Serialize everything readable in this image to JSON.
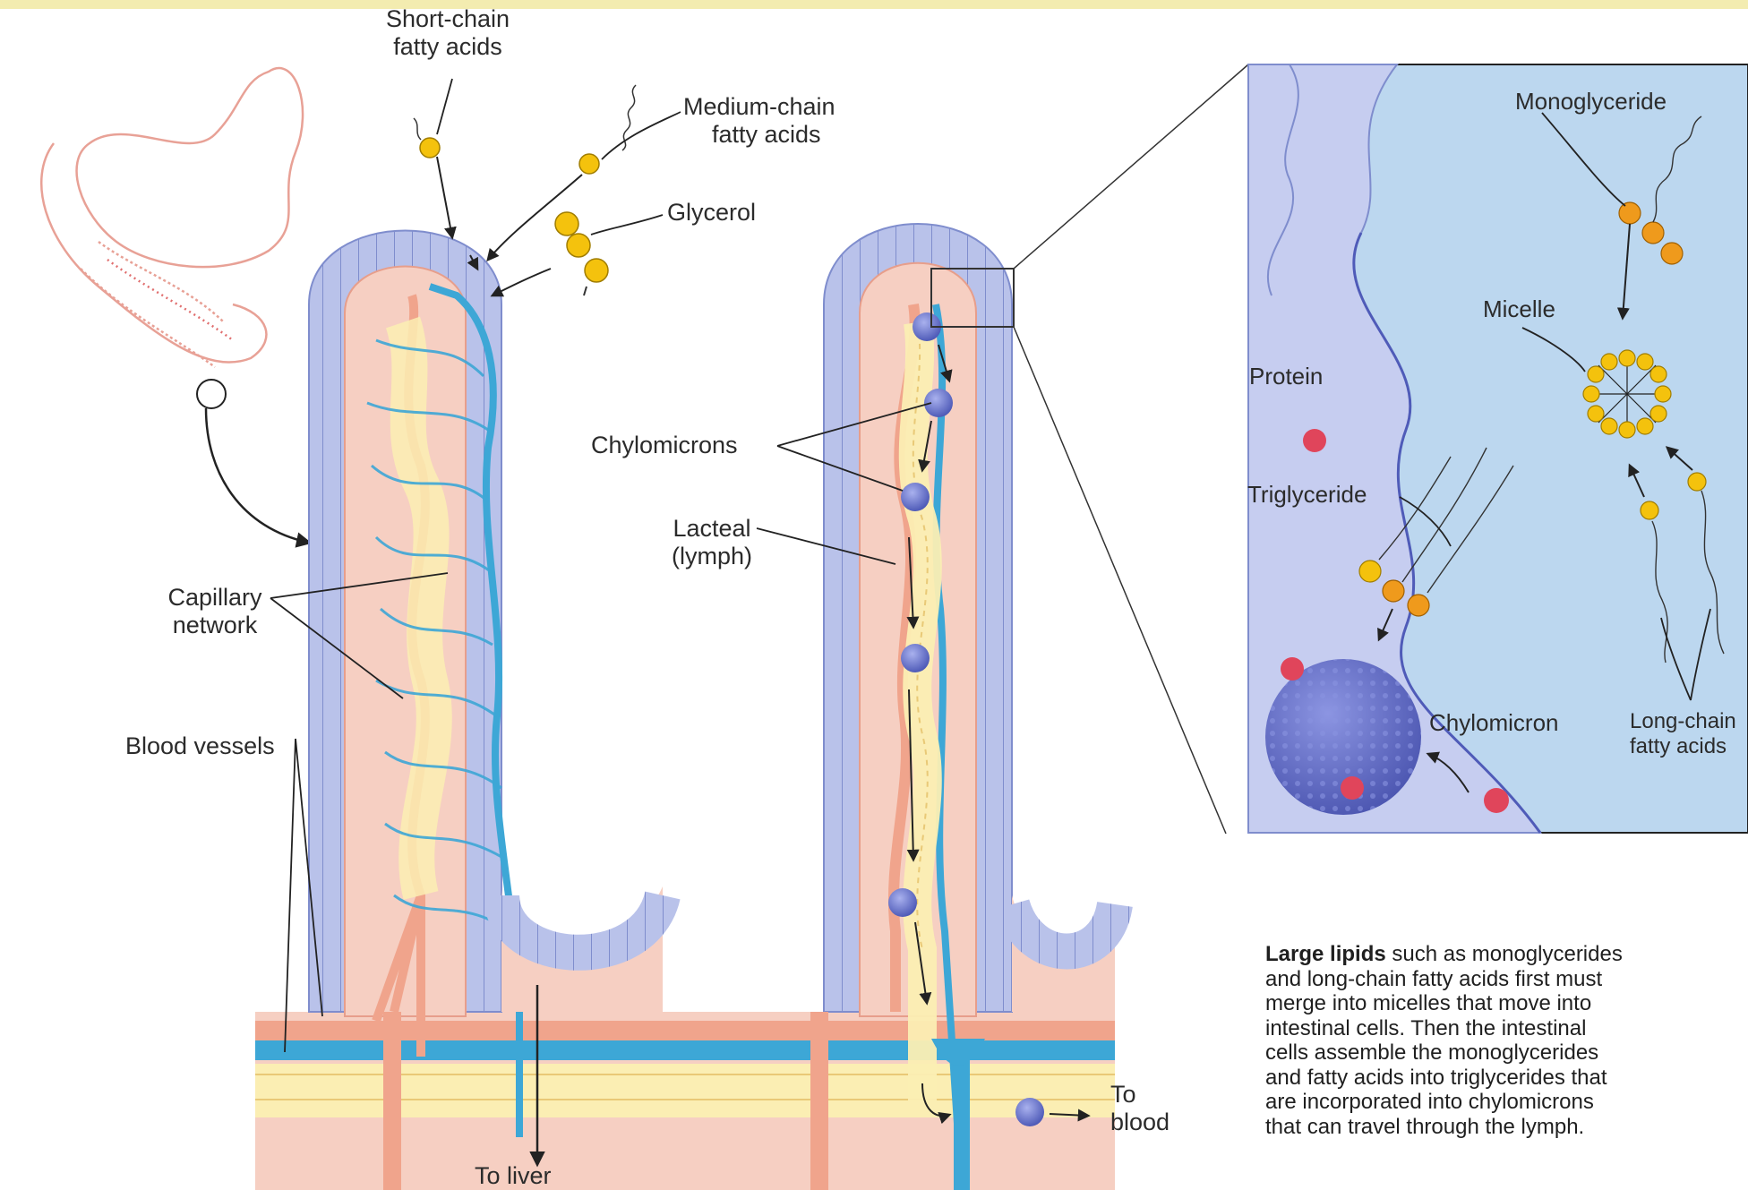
{
  "colors": {
    "epithelium": "#b9c2ea",
    "connective": "#f6cfc2",
    "lacteal": "#fbeeb3",
    "capillary": "#3da7d6",
    "artery": "#f0a48c",
    "lipid_yellow": "#f4c20d",
    "lipid_orange": "#ef9a1c",
    "chylomicron": "#7b86d8",
    "protein": "#e0455b",
    "inset_bg": "#bcd7ef"
  },
  "labels": {
    "short_chain_l1": "Short-chain",
    "short_chain_l2": "fatty acids",
    "medium_chain_l1": "Medium-chain",
    "medium_chain_l2": "fatty acids",
    "glycerol": "Glycerol",
    "chylomicrons": "Chylomicrons",
    "lacteal_l1": "Lacteal",
    "lacteal_l2": "(lymph)",
    "capillary_l1": "Capillary",
    "capillary_l2": "network",
    "blood_vessels": "Blood vessels",
    "to_liver": "To liver",
    "to_blood_l1": "To",
    "to_blood_l2": "blood"
  },
  "inset": {
    "monoglyceride": "Monoglyceride",
    "micelle": "Micelle",
    "protein": "Protein",
    "triglyceride": "Triglyceride",
    "chylomicron": "Chylomicron",
    "long_chain_l1": "Long-chain",
    "long_chain_l2": "fatty acids"
  },
  "caption": {
    "bold": "Large lipids",
    "line1": " such as monoglycerides",
    "line2": "and long-chain fatty acids first must",
    "line3": "merge into micelles that move into",
    "line4": "intestinal cells. Then the intestinal",
    "line5": "cells assemble the monoglycerides",
    "line6": "and fatty acids into triglycerides that",
    "line7": "are incorporated into chylomicrons",
    "line8": "that can travel through the lymph."
  }
}
